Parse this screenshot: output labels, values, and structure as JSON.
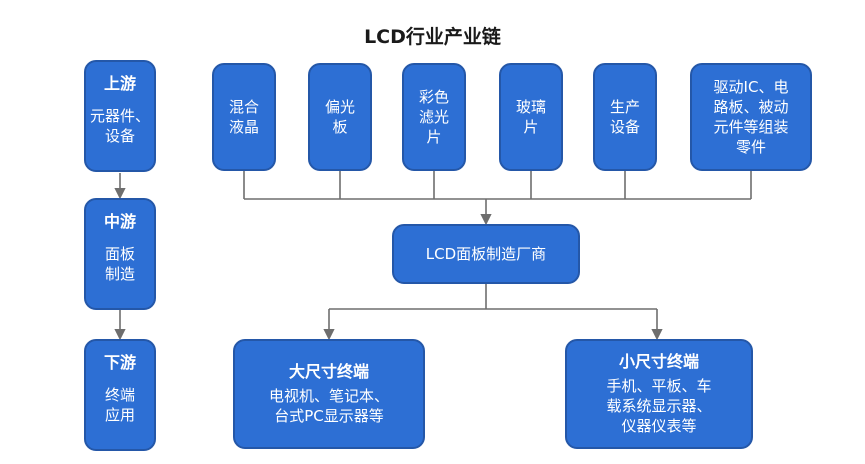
{
  "title": "LCD行业产业链",
  "stages": [
    {
      "name": "上游",
      "desc": [
        "元器件、",
        "设备"
      ]
    },
    {
      "name": "中游",
      "desc": [
        "面板",
        "制造"
      ]
    },
    {
      "name": "下游",
      "desc": [
        "终端",
        "应用"
      ]
    }
  ],
  "upstream_items": [
    [
      "混合",
      "液晶"
    ],
    [
      "偏光",
      "板"
    ],
    [
      "彩色",
      "滤光",
      "片"
    ],
    [
      "玻璃",
      "片"
    ],
    [
      "生产",
      "设备"
    ],
    [
      "驱动IC、电",
      "路板、被动",
      "元件等组装",
      "零件"
    ]
  ],
  "midstream": "LCD面板制造厂商",
  "terminals": [
    {
      "title": "大尺寸终端",
      "lines": [
        "电视机、笔记本、",
        "台式PC显示器等"
      ]
    },
    {
      "title": "小尺寸终端",
      "lines": [
        "手机、平板、车",
        "载系统显示器、",
        "仪器仪表等"
      ]
    }
  ],
  "colors": {
    "box_fill": "#2d6fd4",
    "box_border": "#2457a8",
    "connector": "#6e6e6e"
  }
}
